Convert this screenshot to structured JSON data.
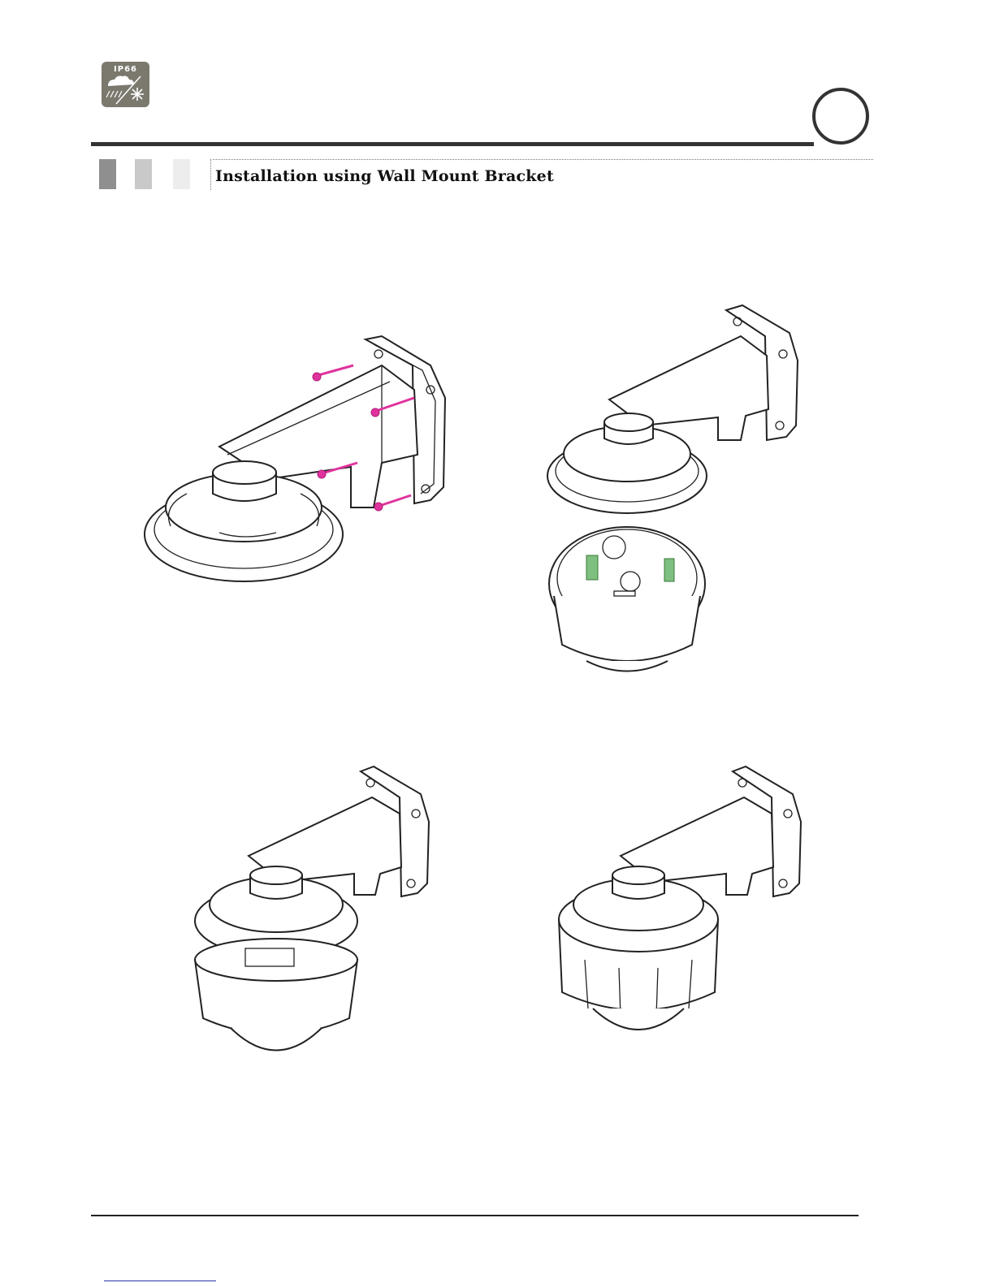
{
  "header": {
    "badge_label": "IP66",
    "badge_icon": "weather-rain-snow-icon"
  },
  "section": {
    "title": "Installation using Wall Mount Bracket"
  },
  "figures": [
    {
      "name": "step-1-screw-bracket",
      "icon": "wall-mount-bracket-with-screws"
    },
    {
      "name": "step-2-camera-below-bracket",
      "icon": "bracket-and-camera-base"
    },
    {
      "name": "step-3-attach-camera",
      "icon": "bracket-camera-attaching"
    },
    {
      "name": "step-4-assembled",
      "icon": "bracket-camera-assembled"
    }
  ],
  "colors": {
    "badge": "#7b786e",
    "screw_accent": "#e0339e",
    "terminal_accent": "#7fbf7f"
  }
}
